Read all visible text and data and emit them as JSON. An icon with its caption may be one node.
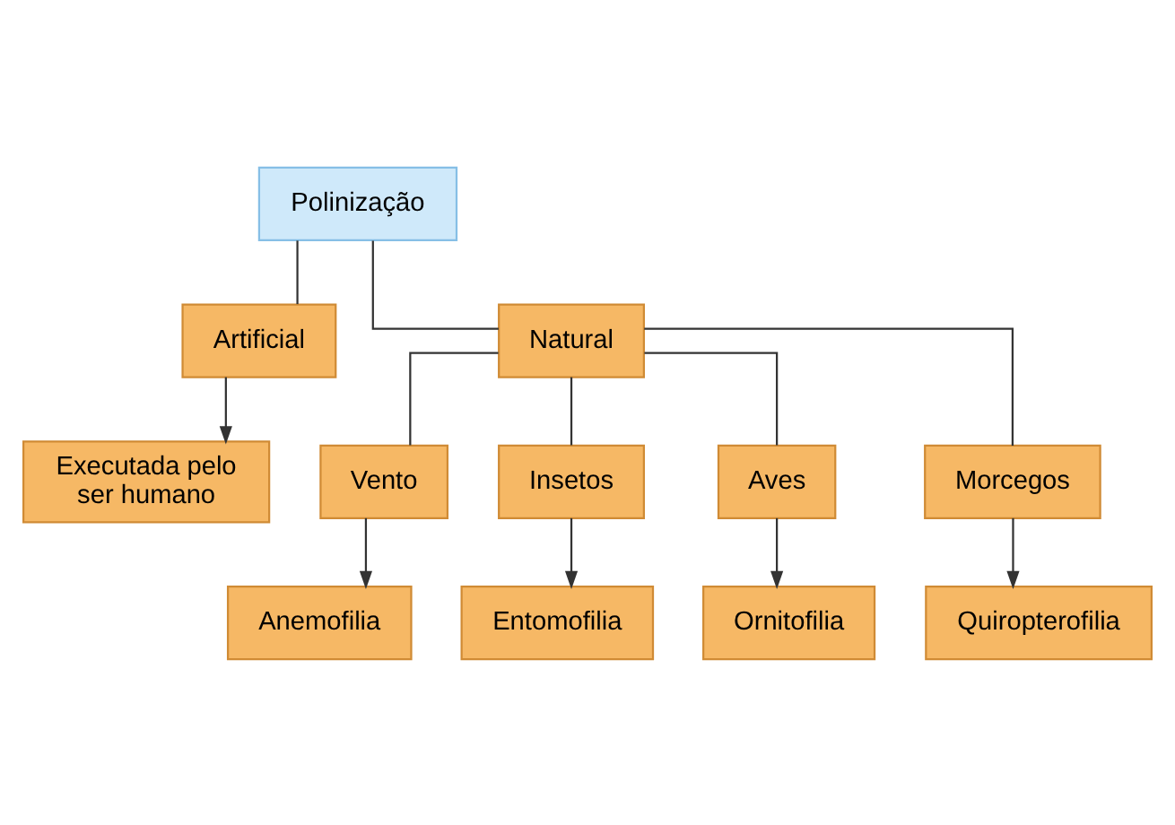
{
  "diagram": {
    "nodes": [
      {
        "text": [
          "Polinização"
        ]
      },
      {
        "text": [
          "Artificial"
        ]
      },
      {
        "text": [
          "Natural"
        ]
      },
      {
        "text": [
          "Executada pelo ser humano"
        ]
      },
      {
        "text": [
          "Vento"
        ]
      },
      {
        "text": [
          "Insetos"
        ]
      },
      {
        "text": [
          "Aves"
        ]
      },
      {
        "text": [
          "Morcegos"
        ]
      },
      {
        "text": [
          "Anemofilia"
        ]
      },
      {
        "text": [
          "Entomofilia"
        ]
      },
      {
        "text": [
          "Ornitofilia"
        ]
      },
      {
        "text": [
          "Quiropterofilia"
        ]
      }
    ],
    "edges": [
      {
        "from": 0,
        "to": 1,
        "arrow": "none"
      },
      {
        "from": 0,
        "to": 2,
        "arrow": "none"
      },
      {
        "from": 1,
        "to": 3,
        "arrow": "to"
      },
      {
        "from": 2,
        "to": 4,
        "arrow": "none"
      },
      {
        "from": 2,
        "to": 5,
        "arrow": "none"
      },
      {
        "from": 2,
        "to": 6,
        "arrow": "none"
      },
      {
        "from": 2,
        "to": 7,
        "arrow": "none"
      },
      {
        "from": 4,
        "to": 8,
        "arrow": "to"
      },
      {
        "from": 5,
        "to": 9,
        "arrow": "to"
      },
      {
        "from": 6,
        "to": 10,
        "arrow": "to"
      },
      {
        "from": 7,
        "to": 11,
        "arrow": "to"
      }
    ]
  }
}
